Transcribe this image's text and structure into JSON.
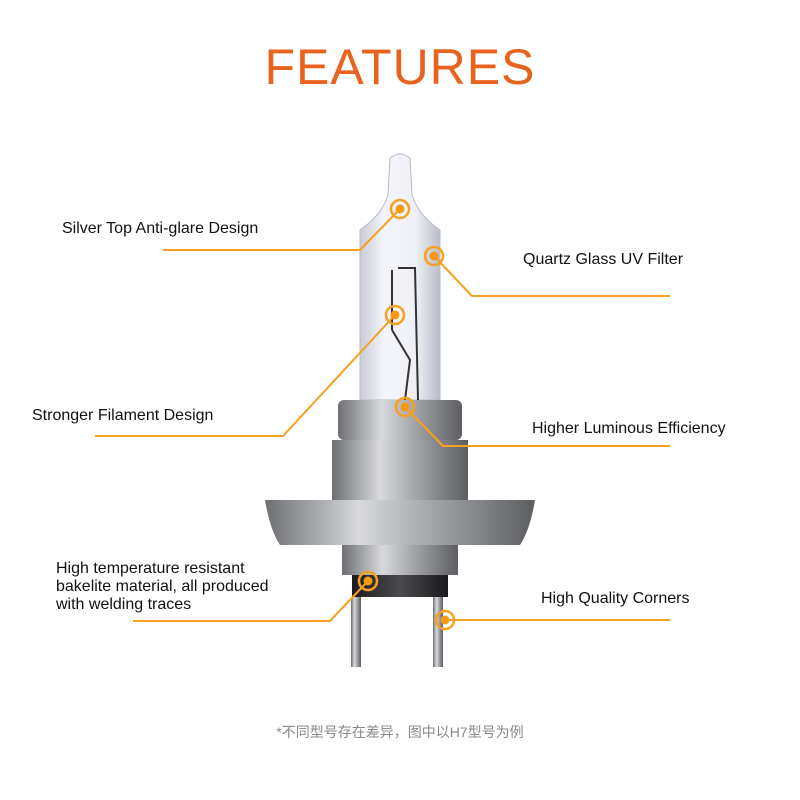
{
  "title": "FEATURES",
  "features": [
    {
      "label": "Silver Top Anti-glare Design"
    },
    {
      "label": "Quartz Glass UV Filter"
    },
    {
      "label": "Stronger Filament Design"
    },
    {
      "label": "Higher Luminous Efficiency"
    },
    {
      "label_lines": [
        "High temperature resistant",
        "bakelite material, all produced",
        "with welding traces"
      ]
    },
    {
      "label": "High Quality Corners"
    }
  ],
  "footnote": "*不同型号存在差异，图中以H7型号为例",
  "colors": {
    "title": "#e8641e",
    "accent": "#f5a020"
  }
}
